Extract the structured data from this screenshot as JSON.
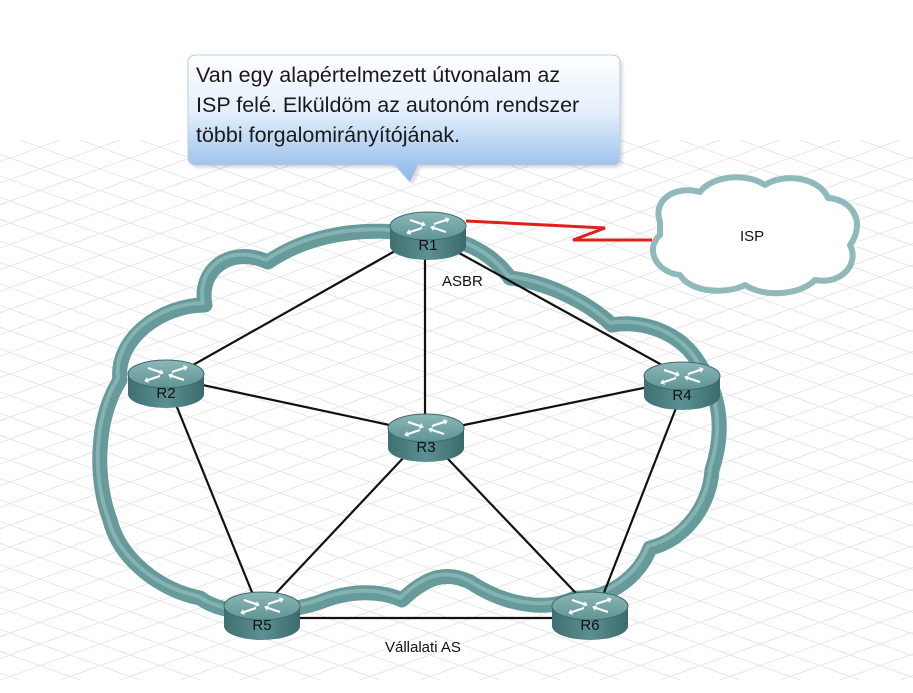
{
  "callout": {
    "lines": [
      "Van egy alapértelmezett útvonalam az",
      "ISP felé. Elküldöm az autonóm rendszer",
      "többi forgalomirányítójának."
    ]
  },
  "routers": {
    "r1": "R1",
    "r2": "R2",
    "r3": "R3",
    "r4": "R4",
    "r5": "R5",
    "r6": "R6"
  },
  "labels": {
    "asbr": "ASBR",
    "isp": "ISP",
    "as_name": "Vállalati AS"
  },
  "colors": {
    "as_cloud": "#5e9596",
    "isp_cloud_outline": "#8fb9ba",
    "serial_link": "#e0201a",
    "callout_fill_top": "#ffffff",
    "callout_fill_bottom": "#8fb9ec",
    "router_body": "#4e8385"
  }
}
